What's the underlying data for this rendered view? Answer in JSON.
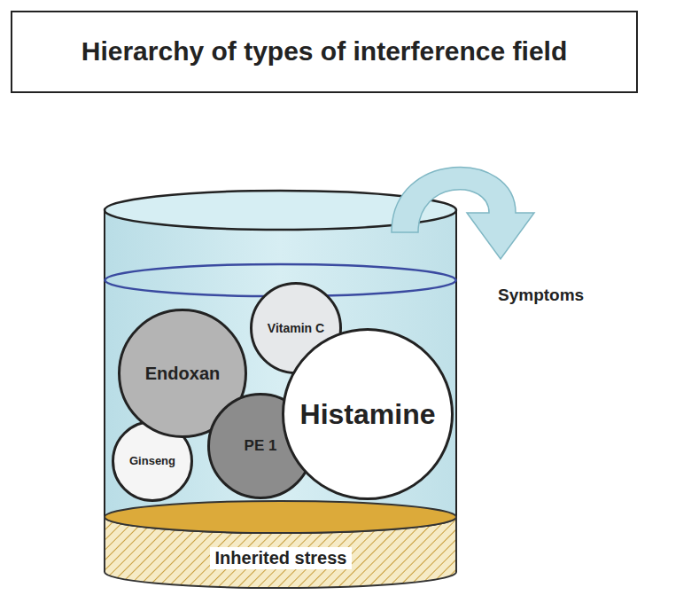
{
  "diagram": {
    "title": "Hierarchy of types of interference field",
    "nodes": [
      {
        "text": [
          "Hierarchy of types of interference field"
        ]
      },
      {
        "text": [
          "Vitamin C"
        ]
      },
      {
        "text": [
          "Endoxan"
        ]
      },
      {
        "text": [
          "Histamine"
        ]
      },
      {
        "text": [
          "Ginseng"
        ]
      },
      {
        "text": [
          "PE 1"
        ]
      },
      {
        "text": [
          "Inherited stress"
        ]
      }
    ],
    "labels": [
      "Symptoms"
    ]
  }
}
